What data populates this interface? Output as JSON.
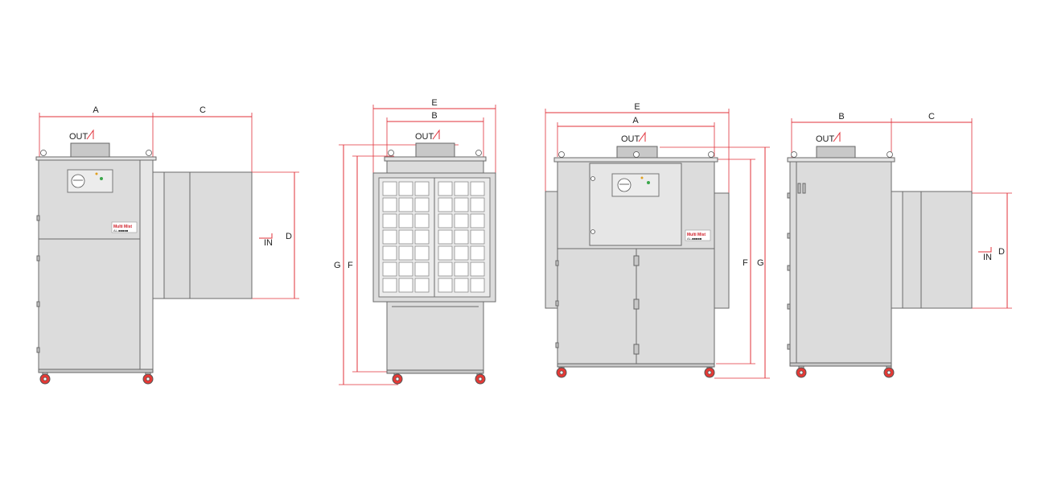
{
  "labels": {
    "A": "A",
    "B": "B",
    "C": "C",
    "D": "D",
    "E": "E",
    "F": "F",
    "G": "G",
    "out": "OUT",
    "in": "IN"
  },
  "badge": {
    "brand": "Multi Mist",
    "sub": "AL-■■■■■"
  },
  "colors": {
    "dimension_line": "#e0303a",
    "cabinet": "#dcdcdc",
    "outline": "#6a6a6a",
    "wheel": "#e53935"
  }
}
